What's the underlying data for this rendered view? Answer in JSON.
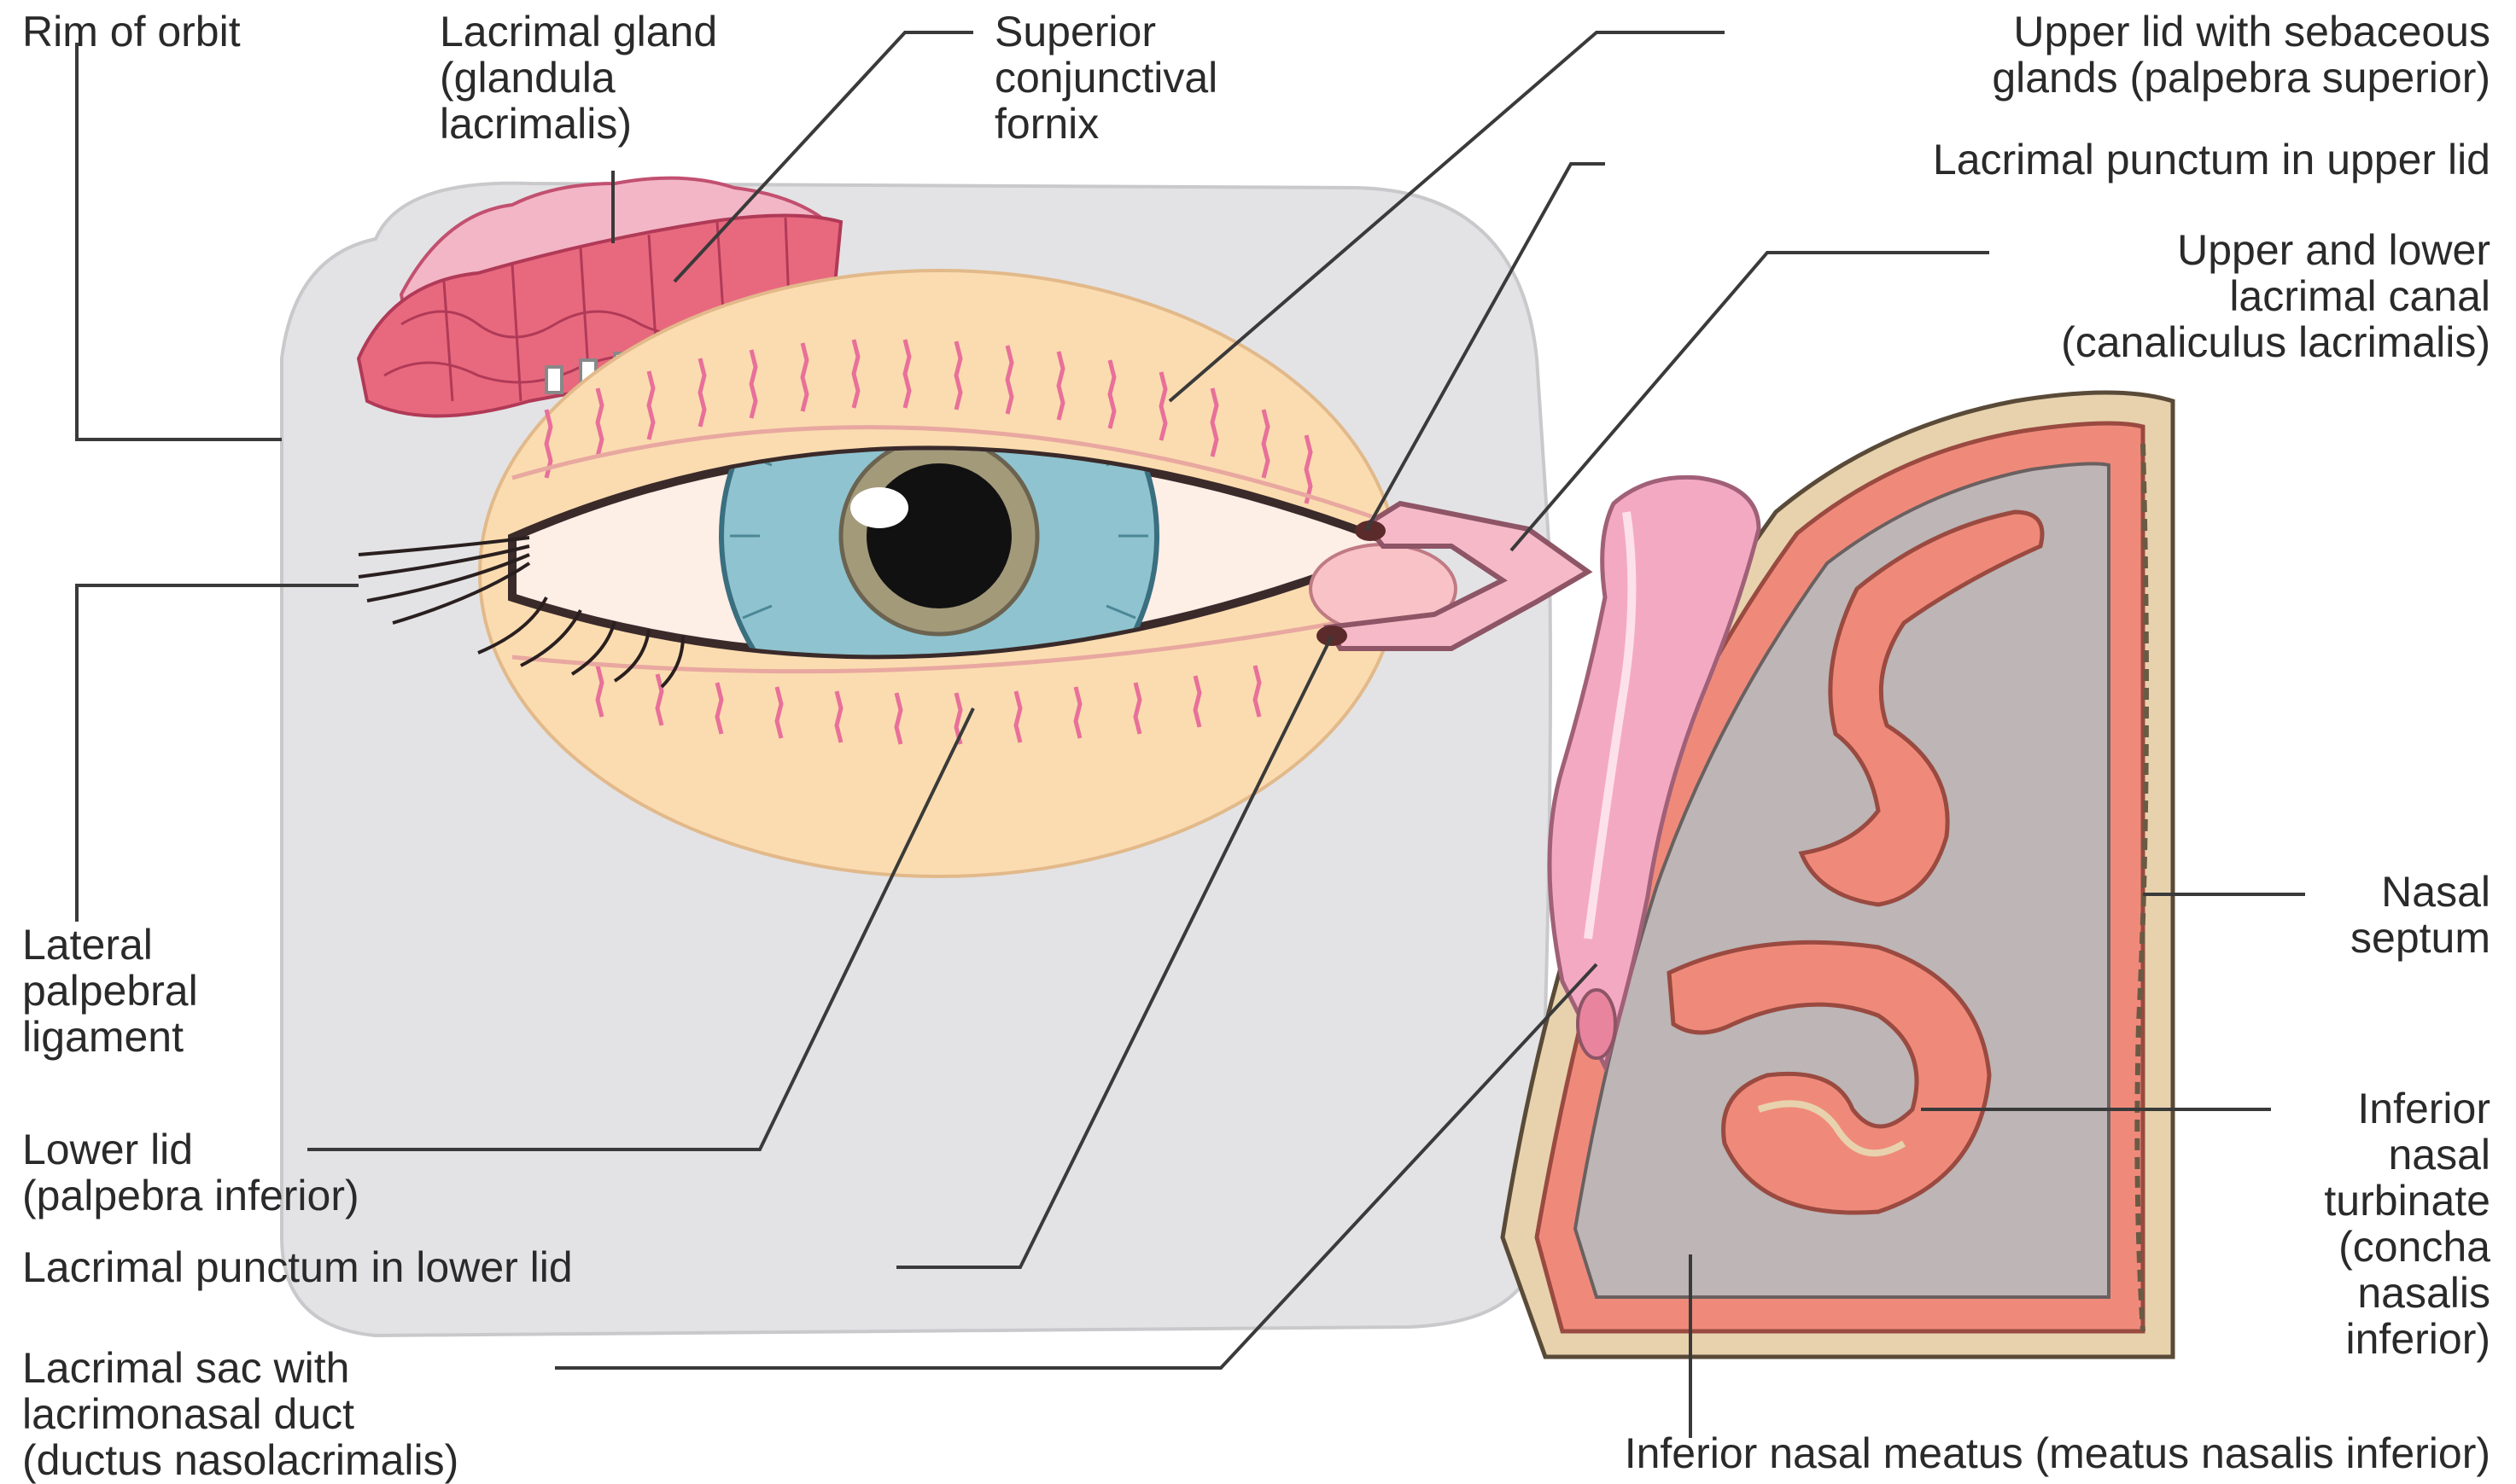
{
  "labels": {
    "rim_of_orbit": [
      "Rim of orbit"
    ],
    "lacrimal_gland": [
      "Lacrimal gland",
      "(glandula",
      "lacrimalis)"
    ],
    "superior_fornix": [
      "Superior",
      "conjunctival",
      "fornix"
    ],
    "upper_lid": [
      "Upper lid with sebaceous",
      "glands (palpebra superior)"
    ],
    "punctum_upper": [
      "Lacrimal punctum in upper lid"
    ],
    "canal": [
      "Upper and lower",
      "lacrimal canal",
      "(canaliculus lacrimalis)"
    ],
    "lateral_ligament": [
      "Lateral",
      "palpebral",
      "ligament"
    ],
    "nasal_septum": [
      "Nasal",
      "septum"
    ],
    "lower_lid": [
      "Lower lid",
      "(palpebra inferior)"
    ],
    "punctum_lower": [
      "Lacrimal punctum in lower lid"
    ],
    "inferior_turbinate": [
      "Inferior",
      "nasal",
      "turbinate",
      "(concha",
      "nasalis",
      "inferior)"
    ],
    "lacrimal_sac": [
      "Lacrimal sac with",
      "lacrimonasal duct",
      "(ductus nasolacrimalis)"
    ],
    "inferior_meatus": [
      "Inferior nasal meatus (meatus nasalis inferior)"
    ]
  },
  "colors": {
    "orbit": "#e3e3e5",
    "lid_skin": "#fbdcb0",
    "gland": "#e8697e",
    "gland_light": "#f3b6c6",
    "iris": "#8fc3cf",
    "pupil": "#111111",
    "mucosa": "#ef8a7a",
    "cavity": "#bdb5b6",
    "bone": "#e7d2ad",
    "sac": "#f4a9c2",
    "leader": "#3a3a3a"
  }
}
